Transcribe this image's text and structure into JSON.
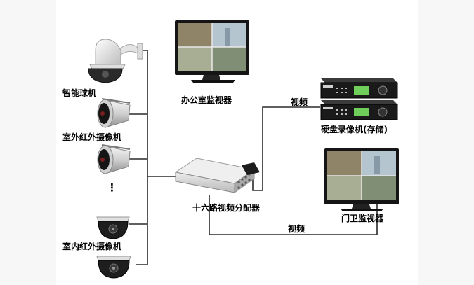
{
  "labels": {
    "ptz_camera": "智能球机",
    "outdoor_ir_camera": "室外红外摄像机",
    "ellipsis": "⋮",
    "indoor_ir_camera": "室内红外摄像机",
    "office_monitor": "办公室监视器",
    "video_top": "视频",
    "dvr": "硬盘录像机(存储)",
    "distributor": "十六路视频分配器",
    "video_bottom": "视频",
    "guard_monitor": "门卫监视器"
  },
  "colors": {
    "line": "#2b2b2b",
    "dvr_body": "#1a1a1a",
    "dvr_screen": "#6fcf5a",
    "monitor_bezel": "#151515",
    "distributor_body": "#d9d9d9"
  }
}
